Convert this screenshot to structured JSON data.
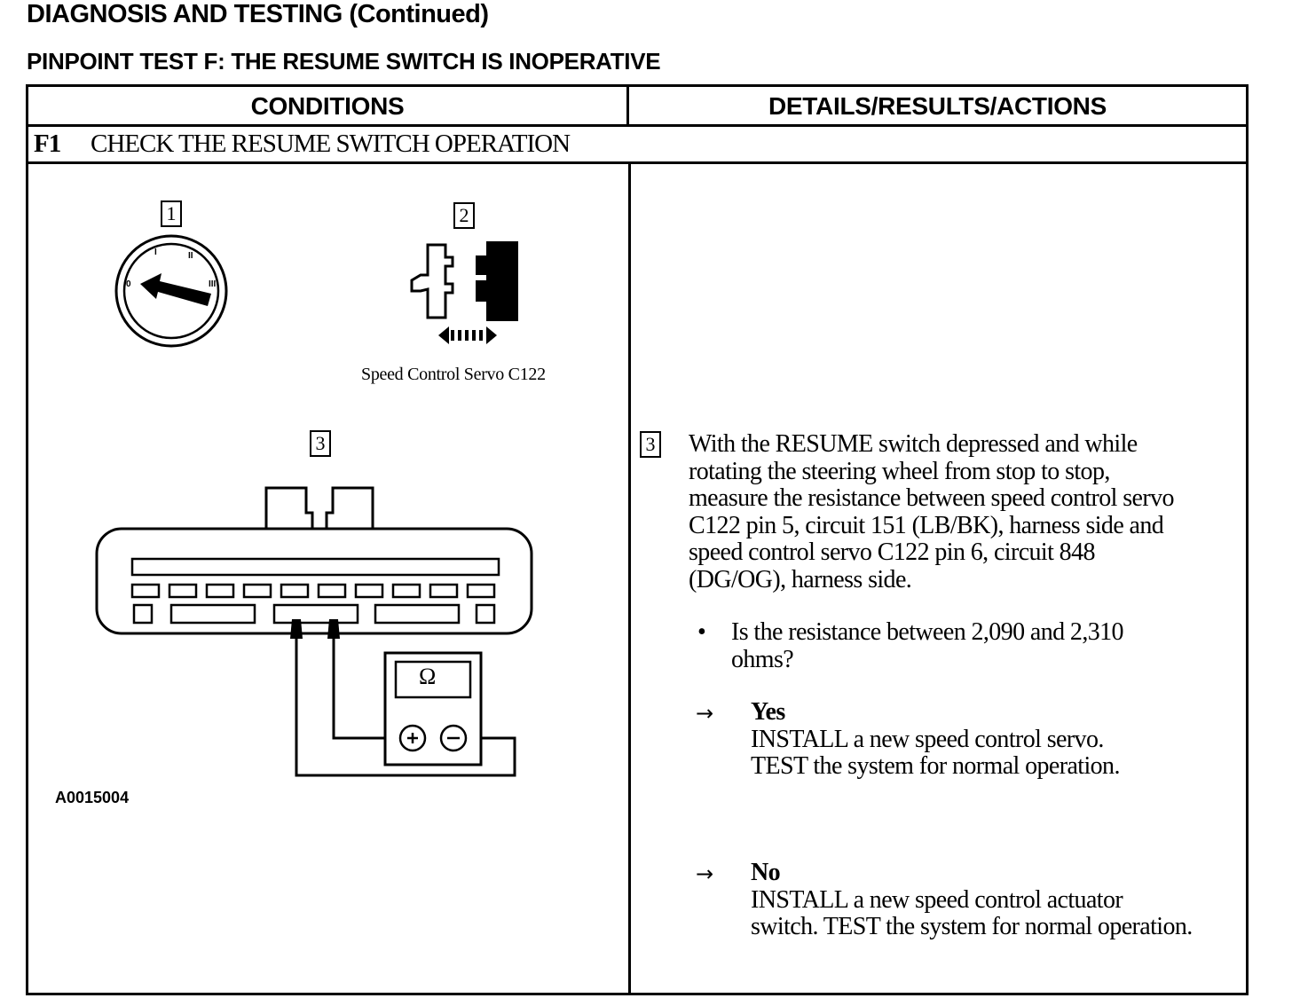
{
  "header": {
    "title": "DIAGNOSIS AND TESTING (Continued)",
    "subtitle": "PINPOINT TEST F: THE RESUME SWITCH IS INOPERATIVE"
  },
  "table": {
    "col_conditions": "CONDITIONS",
    "col_details": "DETAILS/RESULTS/ACTIONS",
    "step_number": "F1",
    "step_title": "CHECK THE RESUME SWITCH OPERATION"
  },
  "figure": {
    "callout_1": "1",
    "callout_2": "2",
    "callout_3": "3",
    "connector_caption": "Speed Control Servo C122",
    "meter_symbol": "Ω",
    "figure_id": "A0015004",
    "icons": [
      "ignition-switch-icon",
      "connector-icon",
      "connector-pinout-icon",
      "ohmmeter-icon"
    ]
  },
  "details": {
    "callout": "3",
    "instruction_lines": [
      "With the RESUME switch depressed and while",
      "rotating the steering wheel from stop to stop,",
      "measure the resistance between speed control servo",
      "C122 pin 5, circuit 151 (LB/BK), harness side and",
      "speed control servo C122 pin 6, circuit 848",
      "(DG/OG), harness side."
    ],
    "bullet": "•",
    "question_lines": [
      "Is the resistance between 2,090 and 2,310",
      "ohms?"
    ],
    "arrow": "→",
    "yes": {
      "label": "Yes",
      "lines": [
        "INSTALL a new speed control servo.",
        "TEST the system for normal operation."
      ]
    },
    "no": {
      "label": "No",
      "lines": [
        "INSTALL a new speed control actuator",
        "switch. TEST the system for normal operation."
      ]
    }
  }
}
